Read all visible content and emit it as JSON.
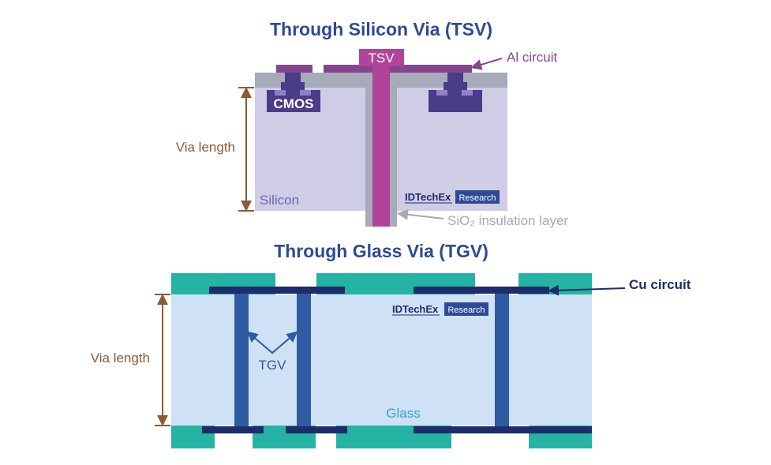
{
  "tsv": {
    "title": "Through Silicon Via (TSV)",
    "via_label": "TSV",
    "al_circuit_label": "Al circuit",
    "cmos_label": "CMOS",
    "via_length_label": "Via length",
    "silicon_label": "Silicon",
    "insulation_label": "SiO₂ insulation layer",
    "brand_name": "IDTechEx",
    "brand_tag": "Research"
  },
  "tgv": {
    "title": "Through Glass Via (TGV)",
    "cu_circuit_label": "Cu circuit",
    "via_length_label": "Via length",
    "tgv_label": "TGV",
    "glass_label": "Glass",
    "brand_name": "IDTechEx",
    "brand_tag": "Research"
  },
  "colors": {
    "title": "#2e4a96",
    "silicon": "#cfcde6",
    "oxide": "#a7aab9",
    "tsv_via": "#b0449a",
    "al_circuit": "#84478f",
    "cmos": "#4a3c86",
    "cmos_light": "#8f80c8",
    "via_length": "#8a5a35",
    "silicon_label": "#6a68b2",
    "insulation_label": "#a6a8b6",
    "glass": "#cfe2f5",
    "teal": "#25b3a3",
    "cu_circuit": "#1e2c6b",
    "tgv_via": "#2f5ba3",
    "glass_label": "#3aa0e0",
    "brand_box": "#2e4a96"
  }
}
